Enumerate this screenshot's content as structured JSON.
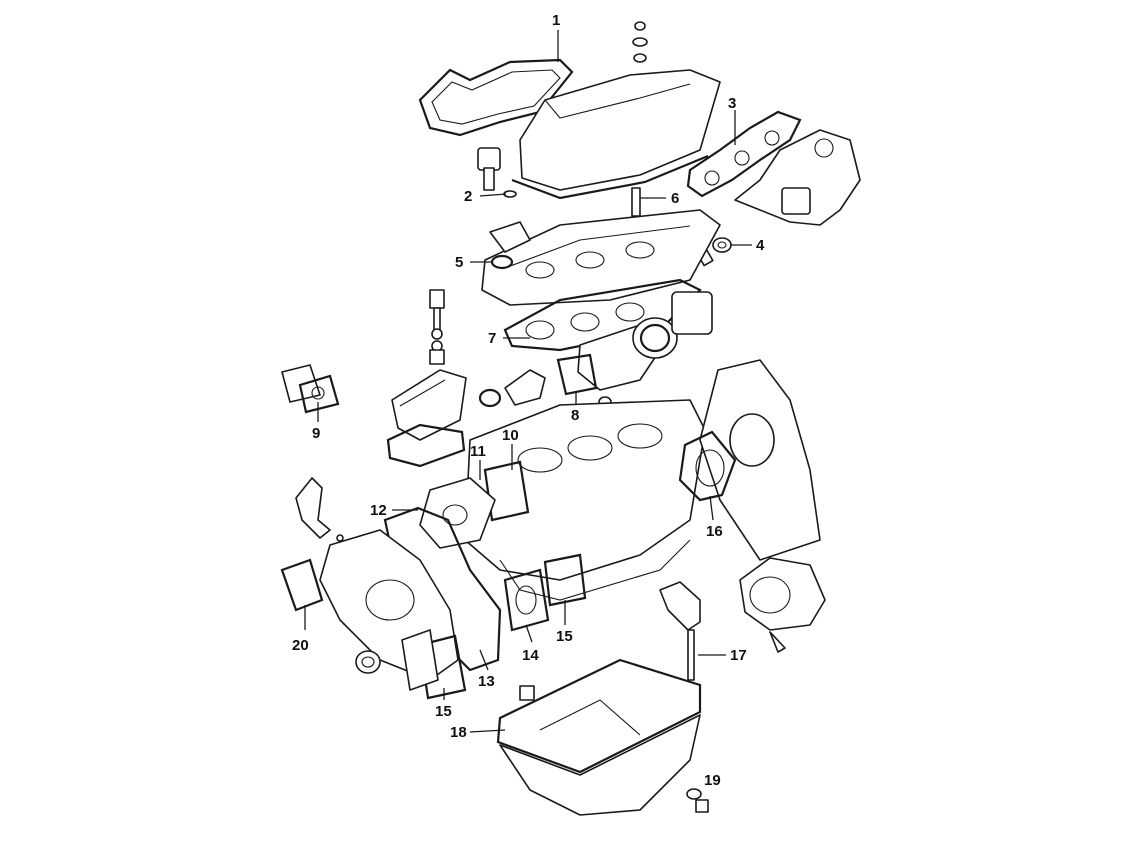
{
  "callouts": [
    "1",
    "2",
    "3",
    "4",
    "5",
    "6",
    "7",
    "8",
    "9",
    "10",
    "11",
    "12",
    "13",
    "14",
    "15",
    "15",
    "16",
    "17",
    "18",
    "19",
    "20"
  ],
  "colors": {
    "line": "#1a1a1a",
    "background": "#ffffff"
  }
}
